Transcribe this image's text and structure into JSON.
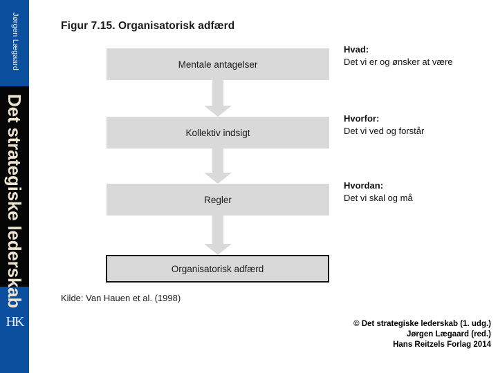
{
  "spine": {
    "author": "Jørgen Lægaard",
    "book_title": "Det strategiske lederskab",
    "publisher_logo": "HK",
    "colors": {
      "blue": "#0b4f9e",
      "black": "#050505",
      "cream": "#ece4cf"
    }
  },
  "slide": {
    "figure_title": "Figur 7.15. Organisatorisk adfærd",
    "source_note": "Kilde: Van Hauen et al. (1998)",
    "copyright": {
      "line1": "© Det strategiske lederskab (1. udg.)",
      "line2": "Jørgen Lægaard (red.)",
      "line3": "Hans Reitzels Forlag 2014"
    }
  },
  "diagram": {
    "type": "flowchart-vertical",
    "box_fill": "#d9d9d9",
    "arrow_fill": "#d9d9d9",
    "boxes": [
      {
        "label": "Mentale antagelser",
        "emphasis": false
      },
      {
        "label": "Kollektiv indsigt",
        "emphasis": false
      },
      {
        "label": "Regler",
        "emphasis": false
      },
      {
        "label": "Organisatorisk adfærd",
        "emphasis": true
      }
    ],
    "arrows": [
      {
        "direction": "down"
      },
      {
        "direction": "down"
      },
      {
        "direction": "down"
      }
    ],
    "annotations": [
      {
        "head": "Hvad:",
        "body": "Det vi er og ønsker at være"
      },
      {
        "head": "Hvorfor:",
        "body": "Det vi ved og forstår"
      },
      {
        "head": "Hvordan:",
        "body": "Det vi skal og må"
      }
    ]
  }
}
